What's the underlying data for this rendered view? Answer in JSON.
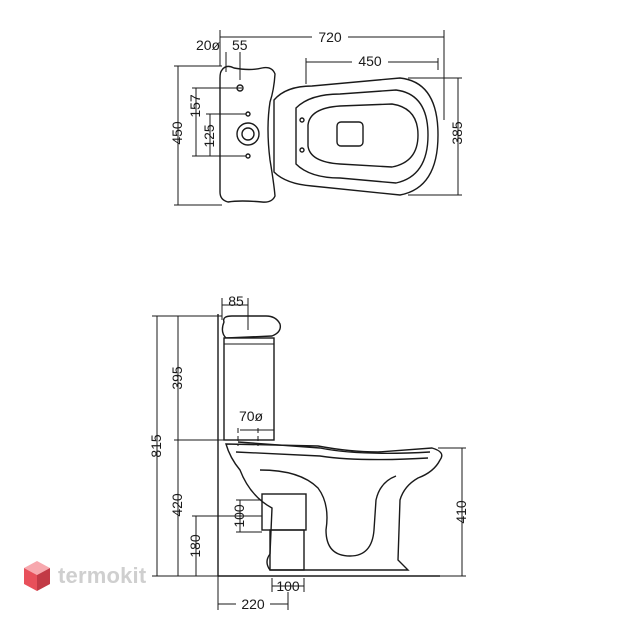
{
  "top_view": {
    "width_total": "720",
    "bowl_width": "450",
    "holes": "20ø",
    "hole_offset": "55",
    "depth_total": "450",
    "fix_157": "157",
    "fix_125": "125",
    "bowl_depth": "385"
  },
  "side_view": {
    "lid_depth": "85",
    "cistern_height": "395",
    "height_total": "815",
    "outlet": "70ø",
    "seat_height": "420",
    "pan_height": "410",
    "trap_pipe": "100",
    "floor_height": "180",
    "trap_width": "100",
    "trap_distance": "220"
  },
  "logo": {
    "text": "termokit",
    "color": "#e8505b"
  }
}
